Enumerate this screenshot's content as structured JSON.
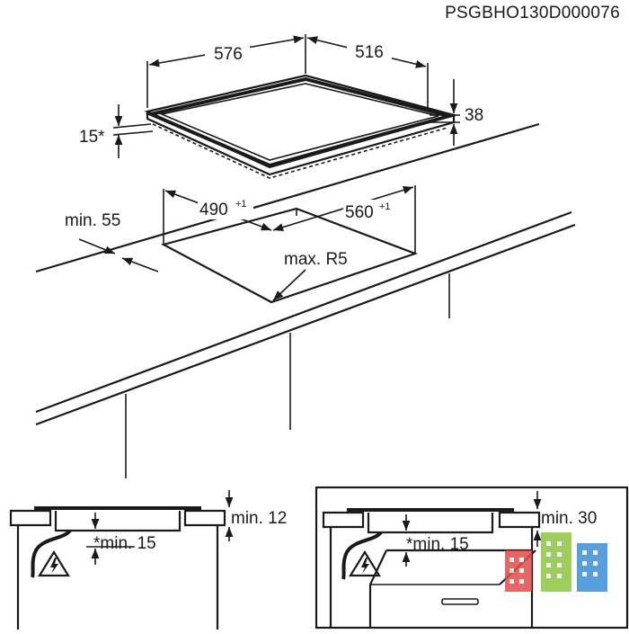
{
  "drawing_code": "PSGBHO130D000076",
  "dimensions": {
    "hob_width": "576",
    "hob_depth": "516",
    "hob_height": "38",
    "frame_height": "15*",
    "cutout_depth": "490",
    "cutout_depth_tol": "+1",
    "cutout_width": "560",
    "cutout_width_tol": "+1",
    "edge_distance": "min. 55",
    "corner_radius": "max. R5"
  },
  "section_left": {
    "top_gap": "min. 12",
    "bottom_gap": "*min. 15"
  },
  "section_right": {
    "top_gap": "min. 30",
    "bottom_gap": "*min. 15"
  }
}
